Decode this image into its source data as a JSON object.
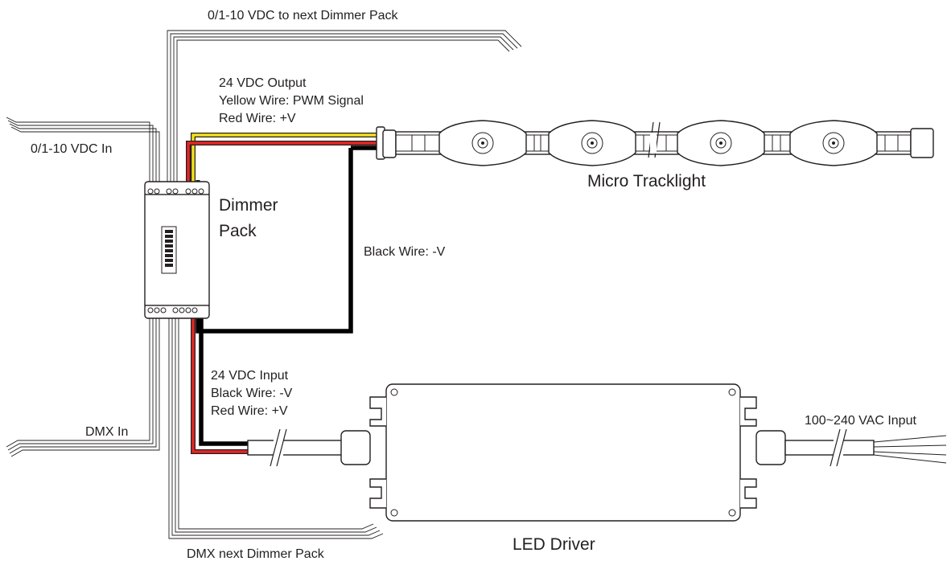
{
  "diagram": {
    "labels": {
      "vdc_next": "0/1-10 VDC to next Dimmer Pack",
      "output_title": "24 VDC Output",
      "output_yellow": "Yellow Wire: PWM Signal",
      "output_red": "Red Wire: +V",
      "vdc_in": "0/1-10 VDC In",
      "dimmer_pack_line1": "Dimmer",
      "dimmer_pack_line2": "Pack",
      "black_wire": "Black Wire: -V",
      "micro_tracklight": "Micro Tracklight",
      "input_title": "24 VDC Input",
      "input_black": "Black Wire: -V",
      "input_red": "Red Wire: +V",
      "dmx_in": "DMX In",
      "ac_input": "100~240 VAC Input",
      "led_driver": "LED Driver",
      "dmx_next": "DMX next Dimmer Pack"
    },
    "colors": {
      "line": "#231f20",
      "yellow_wire": "#f4e21b",
      "red_wire": "#e32726",
      "black_wire": "#000000",
      "fill": "#ffffff"
    },
    "icons": {
      "dip_switch": "dip-switch-icon",
      "wire_break": "wire-break-icon",
      "led_module": "led-module-icon",
      "terminal_block": "terminal-block-icon"
    }
  }
}
